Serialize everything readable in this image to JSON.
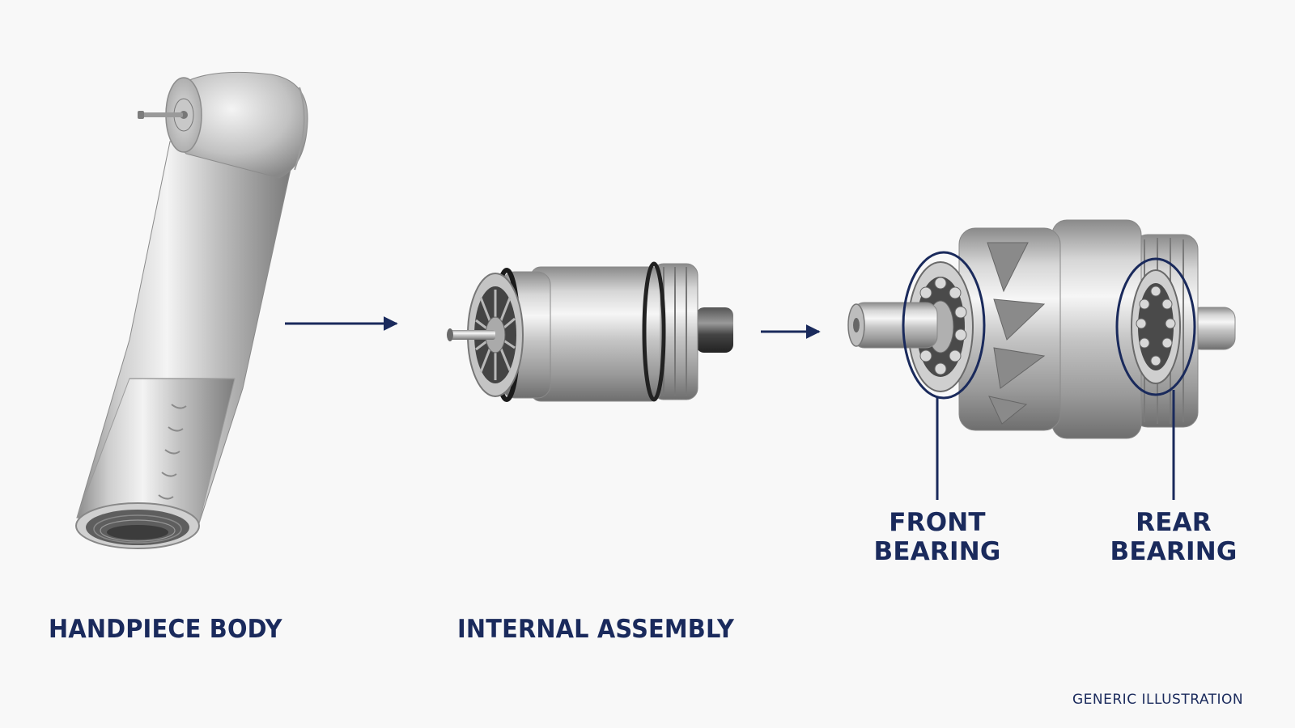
{
  "labels": {
    "handpiece_body": "HANDPIECE BODY",
    "internal_assembly": "INTERNAL ASSEMBLY",
    "front_bearing_line1": "FRONT",
    "front_bearing_line2": "BEARING",
    "rear_bearing_line1": "REAR",
    "rear_bearing_line2": "BEARING"
  },
  "caption": "GENERIC ILLUSTRATION",
  "colors": {
    "accent": "#1a2a5c",
    "metal_light": "#eeeeee",
    "metal_mid": "#b8b8b8",
    "metal_dark": "#6a6a6a",
    "background": "#f8f8f8"
  }
}
